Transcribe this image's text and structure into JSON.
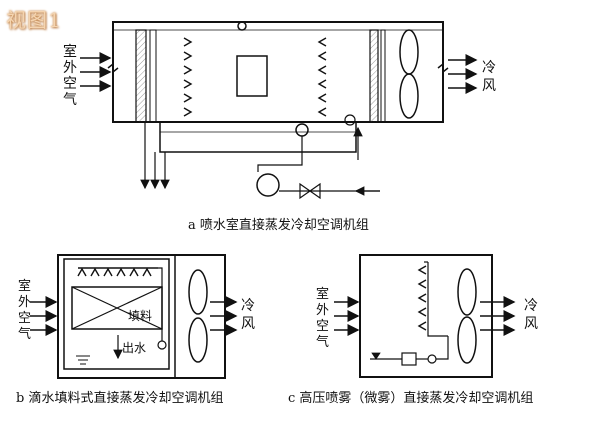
{
  "watermark": "视图1",
  "diagram_a": {
    "inlet_label": [
      "室",
      "外",
      "空",
      "气"
    ],
    "outlet_label": [
      "冷",
      "风"
    ],
    "caption": "a 喷水室直接蒸发冷却空调机组"
  },
  "diagram_b": {
    "inlet_label": [
      "室",
      "外",
      "空",
      "气"
    ],
    "outlet_label": [
      "冷",
      "风"
    ],
    "fill_label": "填料",
    "water_label": "出水",
    "caption": "b 滴水填料式直接蒸发冷却空调机组"
  },
  "diagram_c": {
    "inlet_label": [
      "室",
      "外",
      "空",
      "气"
    ],
    "outlet_label": [
      "冷",
      "风"
    ],
    "caption": "c 高压喷雾（微雾）直接蒸发冷却空调机组"
  }
}
